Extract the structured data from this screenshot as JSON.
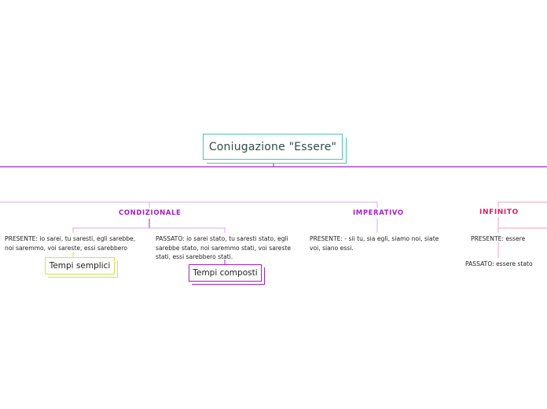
{
  "root": {
    "title": "Coniugazione \"Essere\""
  },
  "branches": {
    "condizionale": {
      "label": "CONDIZIONALE",
      "presente": "PRESENTE: io sarei, tu saresti, egli sarebbe, noi saremmo, voi sareste, essi sarebbero",
      "passato": "PASSATO: io sarei stato, tu saresti stato, egli sarebbe stato, noi saremmo stati, voi sareste stati, essi sarebbero stati.",
      "tag_semplici": "Tempi semplici",
      "tag_composti": "Tempi composti"
    },
    "imperativo": {
      "label": "IMPERATIVO",
      "presente": "PRESENTE: - sii tu, sia egli, siamo noi, siate voi, siano essi."
    },
    "infinito": {
      "label": "INFINITO",
      "presente": "PRESENTE: essere",
      "passato": "PASSATO: essere stato"
    }
  },
  "colors": {
    "root_border": "#4fc3b0",
    "main_line": "#a320c8",
    "branch_line": "#d9a8e8",
    "infinito": "#d8206a",
    "tag_green": "#c9e841"
  }
}
